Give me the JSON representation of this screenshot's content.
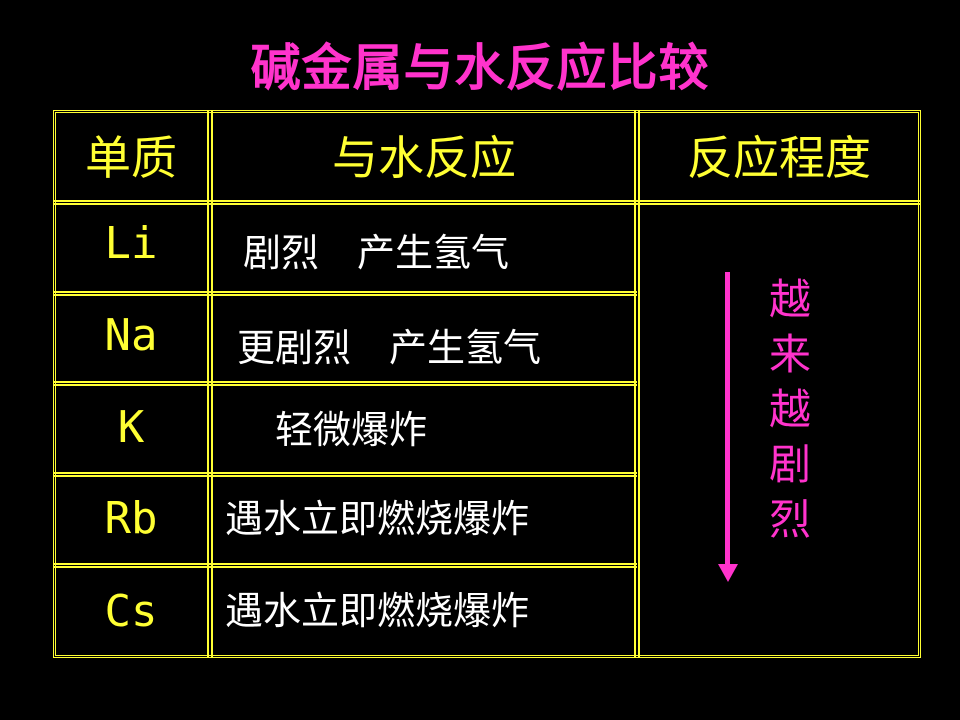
{
  "title": "碱金属与水反应比较",
  "colors": {
    "title": "#ff33cc",
    "border": "#ffff33",
    "header_text": "#ffff33",
    "element_text": "#ffff33",
    "reaction_text": "#ffffff",
    "degree_text": "#ff33cc",
    "arrow": "#ff33cc"
  },
  "table": {
    "headers": [
      "单质",
      "与水反应",
      "反应程度"
    ],
    "rows": [
      {
        "element": "Li",
        "reaction": "剧烈　产生氢气"
      },
      {
        "element": "Na",
        "reaction": "更剧烈　产生氢气"
      },
      {
        "element": "K",
        "reaction": "　轻微爆炸"
      },
      {
        "element": "Rb",
        "reaction": "遇水立即燃烧爆炸"
      },
      {
        "element": "Cs",
        "reaction": "遇水立即燃烧爆炸"
      }
    ],
    "degree": "越来越剧烈",
    "degree_arrow_icon": "arrow-down-icon"
  }
}
